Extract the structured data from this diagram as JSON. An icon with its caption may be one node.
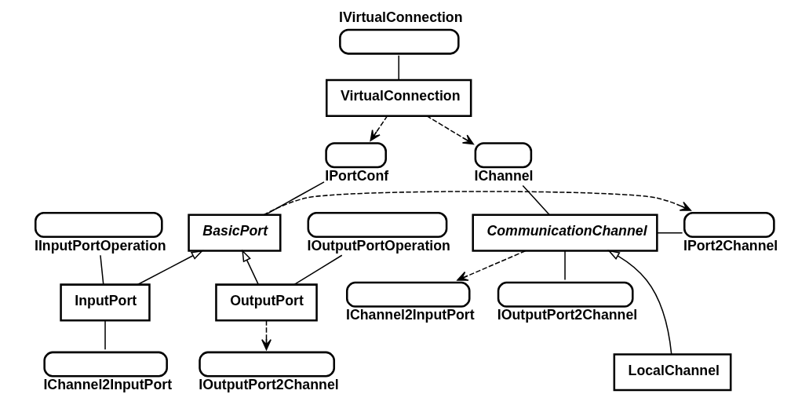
{
  "diagram": {
    "nodes": [
      {
        "text": [
          "IVirtualConnection"
        ]
      },
      {
        "text": [
          "VirtualConnection"
        ]
      },
      {
        "text": [
          "IPortConf"
        ]
      },
      {
        "text": [
          "IChannel"
        ]
      },
      {
        "text": [
          "BasicPort"
        ]
      },
      {
        "text": [
          "IPort2Channel"
        ]
      },
      {
        "text": [
          "CommunicationChannel"
        ]
      },
      {
        "text": [
          "IInputPortOperation"
        ]
      },
      {
        "text": [
          "IOutputPortOperation"
        ]
      },
      {
        "text": [
          "InputPort"
        ]
      },
      {
        "text": [
          "OutputPort"
        ]
      },
      {
        "text": [
          "IChannel2InputPort"
        ]
      },
      {
        "text": [
          "IOutputPort2Channel"
        ]
      },
      {
        "text": [
          "IChannel2InputPort"
        ]
      },
      {
        "text": [
          "IOutputPort2Channel"
        ]
      },
      {
        "text": [
          "LocalChannel"
        ]
      }
    ],
    "edges": [
      {
        "from": 1,
        "to": 0,
        "arrow": "none"
      },
      {
        "from": 1,
        "to": 2,
        "arrow": "to",
        "style": "dashed"
      },
      {
        "from": 1,
        "to": 3,
        "arrow": "to",
        "style": "dashed"
      },
      {
        "from": 4,
        "to": 2,
        "arrow": "none"
      },
      {
        "from": 4,
        "to": 5,
        "arrow": "to",
        "style": "dashed"
      },
      {
        "from": 6,
        "to": 5,
        "arrow": "none"
      },
      {
        "from": 6,
        "to": 3,
        "arrow": "none"
      },
      {
        "from": 9,
        "to": 4,
        "arrow": "to"
      },
      {
        "from": 10,
        "to": 4,
        "arrow": "to"
      },
      {
        "from": 9,
        "to": 7,
        "arrow": "none"
      },
      {
        "from": 10,
        "to": 8,
        "arrow": "none"
      },
      {
        "from": 9,
        "to": 13,
        "arrow": "none"
      },
      {
        "from": 10,
        "to": 14,
        "arrow": "to",
        "style": "dashed"
      },
      {
        "from": 6,
        "to": 11,
        "arrow": "to",
        "style": "dashed"
      },
      {
        "from": 6,
        "to": 12,
        "arrow": "none"
      },
      {
        "from": 15,
        "to": 6,
        "arrow": "to"
      }
    ]
  }
}
